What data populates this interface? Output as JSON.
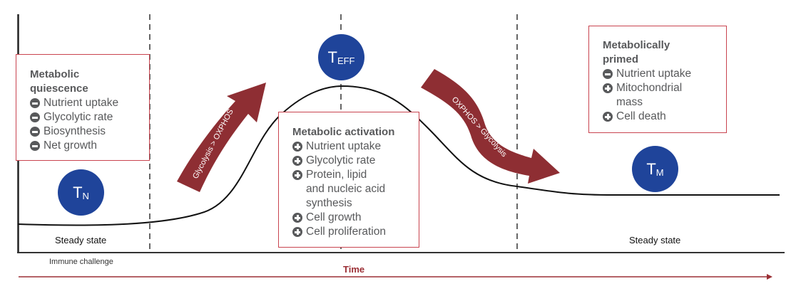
{
  "colors": {
    "cell_blue": "#1f449a",
    "arrow_red": "#8e2e33",
    "box_border": "#c9444f",
    "text_gray": "#58595b",
    "curve": "#111111"
  },
  "phases": {
    "steady_state_left": "Steady state",
    "steady_state_right": "Steady state",
    "immune_challenge": "Immune challenge",
    "time_axis": "Time"
  },
  "cells": {
    "naive": {
      "main": "T",
      "sub": "N"
    },
    "effector": {
      "main": "T",
      "sub": "EFF"
    },
    "memory": {
      "main": "T",
      "sub": "M"
    }
  },
  "arrows": {
    "up": {
      "label": "Glycolysis > OXPHOS"
    },
    "down": {
      "label": "OXPHOS > Glycolysis"
    }
  },
  "boxes": {
    "quiescence": {
      "title": "Metabolic\nquiescence",
      "items": [
        {
          "sign": "minus",
          "label": "Nutrient uptake"
        },
        {
          "sign": "minus",
          "label": "Glycolytic rate"
        },
        {
          "sign": "minus",
          "label": "Biosynthesis"
        },
        {
          "sign": "minus",
          "label": "Net growth"
        }
      ]
    },
    "activation": {
      "title": "Metabolic activation",
      "items": [
        {
          "sign": "plus",
          "label": "Nutrient uptake"
        },
        {
          "sign": "plus",
          "label": "Glycolytic rate"
        },
        {
          "sign": "plus",
          "label": "Protein, lipid\nand nucleic acid\nsynthesis"
        },
        {
          "sign": "plus",
          "label": "Cell growth"
        },
        {
          "sign": "plus",
          "label": "Cell proliferation"
        }
      ]
    },
    "primed": {
      "title": "Metabolically\nprimed",
      "items": [
        {
          "sign": "minus",
          "label": "Nutrient uptake"
        },
        {
          "sign": "plus",
          "label": "Mitochondrial\nmass"
        },
        {
          "sign": "plus",
          "label": "Cell death"
        }
      ]
    }
  }
}
